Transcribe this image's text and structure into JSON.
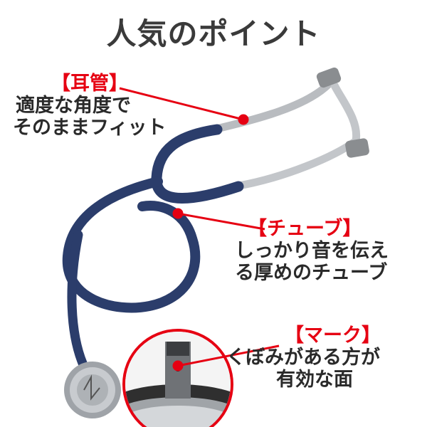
{
  "title": "人気のポイント",
  "callouts": {
    "ear": {
      "heading": "【耳管】",
      "line1": "適度な角度で",
      "line2": "そのままフィット"
    },
    "tube": {
      "heading": "【チューブ】",
      "line1": "しっかり音を伝え",
      "line2": "る厚めのチューブ"
    },
    "mark": {
      "heading": "【マーク】",
      "line1": "くぼみがある方が",
      "line2": "有効な面"
    }
  },
  "colors": {
    "accent": "#e60012",
    "tube": "#2b3d6b",
    "metal": "#b9bcc0",
    "tip": "#8a8d90"
  }
}
